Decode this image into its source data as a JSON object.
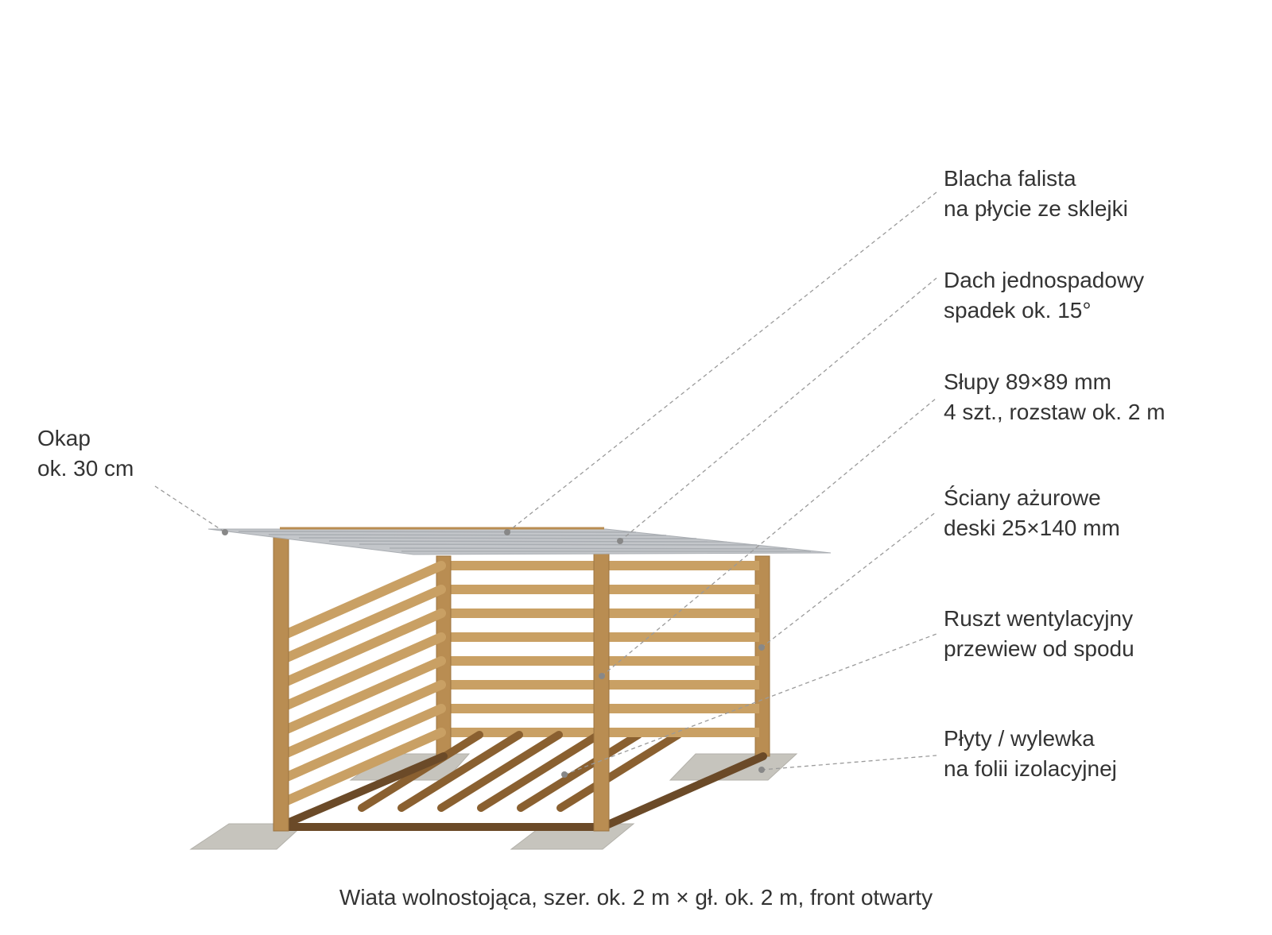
{
  "diagram": {
    "caption": "Wiata wolnostojąca, szer. ok. 2 m × gł. ok. 2 m, front otwarty",
    "callouts": [
      {
        "id": "roof-material",
        "line1": "Blacha falista",
        "line2": "na płycie ze sklejki"
      },
      {
        "id": "roof-type",
        "line1": "Dach jednospadowy",
        "line2": "spadek ok. 15°"
      },
      {
        "id": "posts",
        "line1": "Słupy 89×89 mm",
        "line2": "4 szt., rozstaw ok. 2 m"
      },
      {
        "id": "walls",
        "line1": "Ściany ażurowe",
        "line2": "deski 25×140 mm"
      },
      {
        "id": "vent",
        "line1": "Ruszt wentylacyjny",
        "line2": "przewiew od spodu"
      },
      {
        "id": "base",
        "line1": "Płyty / wylewka",
        "line2": "na folii izolacyjnej"
      },
      {
        "id": "eave",
        "line1": "Okap",
        "line2": "ok. 30 cm"
      }
    ]
  },
  "colors": {
    "post": "#b98d52",
    "post_edge": "#9c7440",
    "slat": "#c9a064",
    "floor_slat": "#8a6030",
    "base_frame": "#6b4a28",
    "roof": "#c3c6ca",
    "roof_line": "#a9adb2",
    "footing": "#c6c4bd",
    "leader": "#9a9a9a",
    "text": "#333333"
  }
}
